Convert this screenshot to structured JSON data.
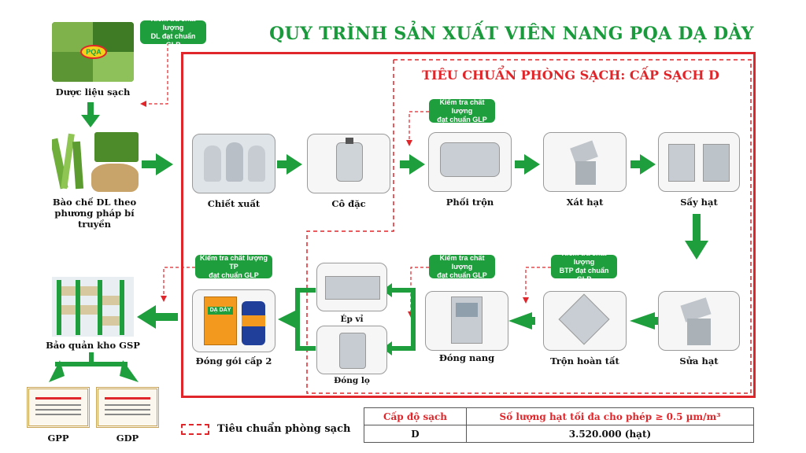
{
  "title": "QUY TRÌNH SẢN XUẤT VIÊN NANG PQA DẠ DÀY",
  "clean_standard_title": "TIÊU CHUẨN PHÒNG SẠCH: CẤP SẠCH D",
  "logo_text": "PQA",
  "product_brand": "DẠ DÀY",
  "steps": {
    "raw": "Dược liệu sạch",
    "prep": "Bào chế DL theo phương pháp bí truyền",
    "extract": "Chiết xuất",
    "concentrate": "Cô đặc",
    "mix": "Phối trộn",
    "granulate": "Xát hạt",
    "dry": "Sấy hạt",
    "regrind": "Sửa hạt",
    "final_mix": "Trộn hoàn tất",
    "capsule": "Đóng nang",
    "blister": "Ép vỉ",
    "bottle": "Đóng lọ",
    "pack2": "Đóng gói cấp 2",
    "storage": "Bảo quản kho GSP",
    "gpp": "GPP",
    "gdp": "GDP"
  },
  "qc": {
    "raw_line1": "Kiểm tra chất lượng",
    "raw_line2": "DL đạt chuẩn GLP",
    "mix_line1": "Kiểm tra chất lượng",
    "mix_line2": "đạt chuẩn GLP",
    "btp_line1": "Kiểm tra chất lượng",
    "btp_line2": "BTP đạt chuẩn GLP",
    "caps_line1": "Kiểm tra chất lượng",
    "caps_line2": "đạt chuẩn GLP",
    "tp_line1": "Kiểm tra chất lượng TP",
    "tp_line2": "đạt chuẩn GLP"
  },
  "legend": {
    "label": "Tiêu chuẩn phòng sạch"
  },
  "spec_table": {
    "header_grade": "Cấp độ sạch",
    "header_limit": "Số lượng hạt tối đa cho phép ≥ 0.5 µm/m³",
    "grade": "D",
    "limit": "3.520.000 (hạt)"
  },
  "colors": {
    "green": "#1f9e3d",
    "red": "#e0262a"
  }
}
